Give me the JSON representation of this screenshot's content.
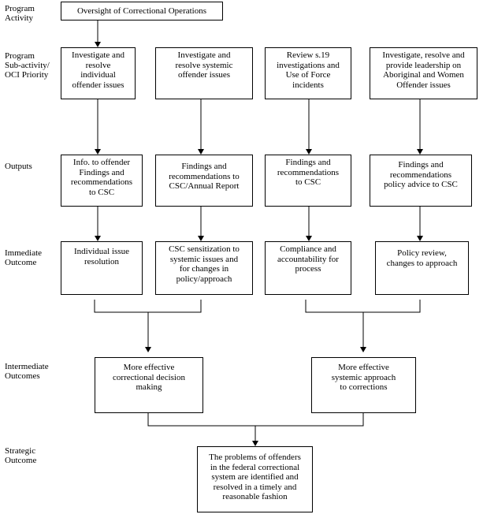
{
  "row_labels": {
    "program_activity": "Program\nActivity",
    "sub_activity": "Program\nSub-activity/\nOCI Priority",
    "outputs": "Outputs",
    "immediate": "Immediate\nOutcome",
    "intermediate": "Intermediate\nOutcomes",
    "strategic": "Strategic\nOutcome"
  },
  "program_activity": "Oversight of Correctional Operations",
  "sub_activities": [
    "Investigate and\nresolve\nindividual\noffender issues",
    "Investigate and\nresolve systemic\noffender issues",
    "Review s.19\ninvestigations and\nUse of Force\nincidents",
    "Investigate, resolve and\nprovide leadership on\nAboriginal and Women\nOffender issues"
  ],
  "outputs": [
    "Info. to offender\nFindings and\nrecommendations\nto CSC",
    "Findings and\nrecommendations to\nCSC/Annual Report",
    "Findings and\nrecommendations\nto CSC",
    "Findings and\nrecommendations\npolicy advice to CSC"
  ],
  "immediate_outcomes": [
    "Individual issue\nresolution",
    "CSC sensitization to\nsystemic issues and\nfor changes in\npolicy/approach",
    "Compliance and\naccountability for\nprocess",
    "Policy review,\nchanges to approach"
  ],
  "intermediate_outcomes": [
    "More effective\ncorrectional decision\nmaking",
    "More effective\nsystemic approach\nto corrections"
  ],
  "strategic_outcome": "The problems of offenders\nin the federal correctional\nsystem are identified and\nresolved in a timely and\nreasonable fashion"
}
